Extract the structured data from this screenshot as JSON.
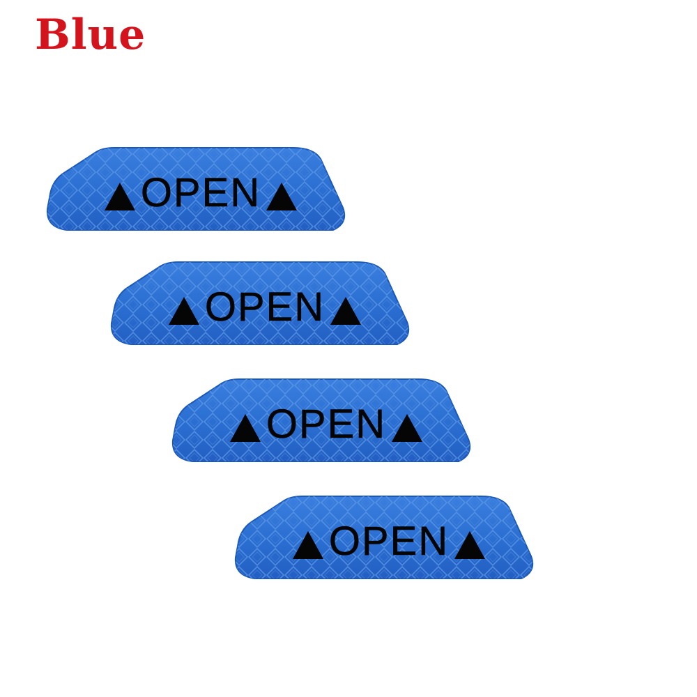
{
  "title": {
    "text": "Blue",
    "color": "#d4141c"
  },
  "stickers": [
    {
      "label": "OPEN"
    },
    {
      "label": "OPEN"
    },
    {
      "label": "OPEN"
    },
    {
      "label": "OPEN"
    }
  ],
  "colors": {
    "sticker_fill": "#2a6fd2",
    "sticker_edge": "#1b58b8",
    "sticker_pattern": "#5d98e6",
    "text": "#050505",
    "background": "#ffffff"
  },
  "icons": {
    "warning_triangle": "black-up-triangle"
  }
}
